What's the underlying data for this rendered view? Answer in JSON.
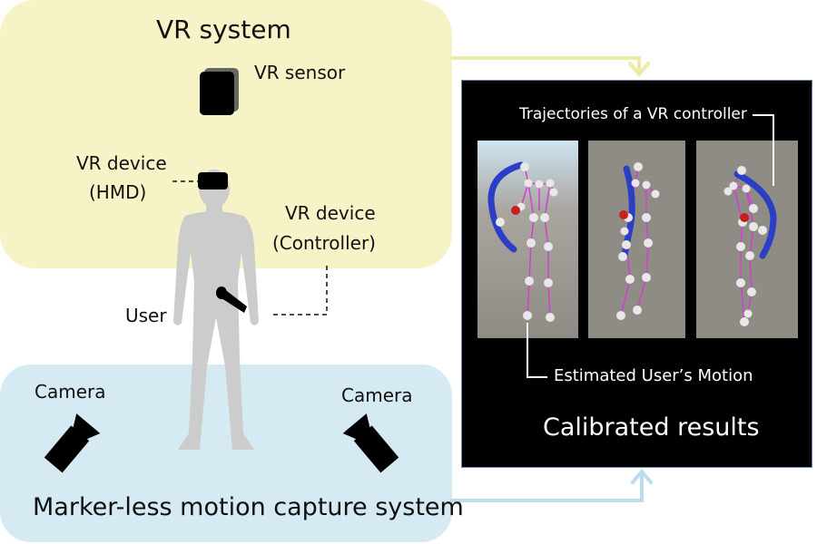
{
  "vr_system": {
    "title": "VR system",
    "sensor_label": "VR sensor",
    "hmd_label_line1": "VR device",
    "hmd_label_line2": "(HMD)",
    "controller_label_line1": "VR device",
    "controller_label_line2": "(Controller)"
  },
  "user_label": "User",
  "mocap_system": {
    "title": "Marker-less motion capture system",
    "camera_left_label": "Camera",
    "camera_right_label": "Camera"
  },
  "results_panel": {
    "trajectory_label": "Trajectories of a VR controller",
    "motion_label": "Estimated User’s Motion",
    "title": "Calibrated results"
  },
  "colors": {
    "vr_panel": "#f6f3c6",
    "mocap_panel": "#d5eaf2",
    "yellow_arrow": "#eeeaa8",
    "blue_arrow": "#bcdcec",
    "silhouette": "#cccccc",
    "device": "#000000",
    "trajectory": "#2a3fc6",
    "skeleton_bone": "#d23fd2",
    "joint": "#e8e8e8",
    "root_joint": "#c81e1e"
  }
}
